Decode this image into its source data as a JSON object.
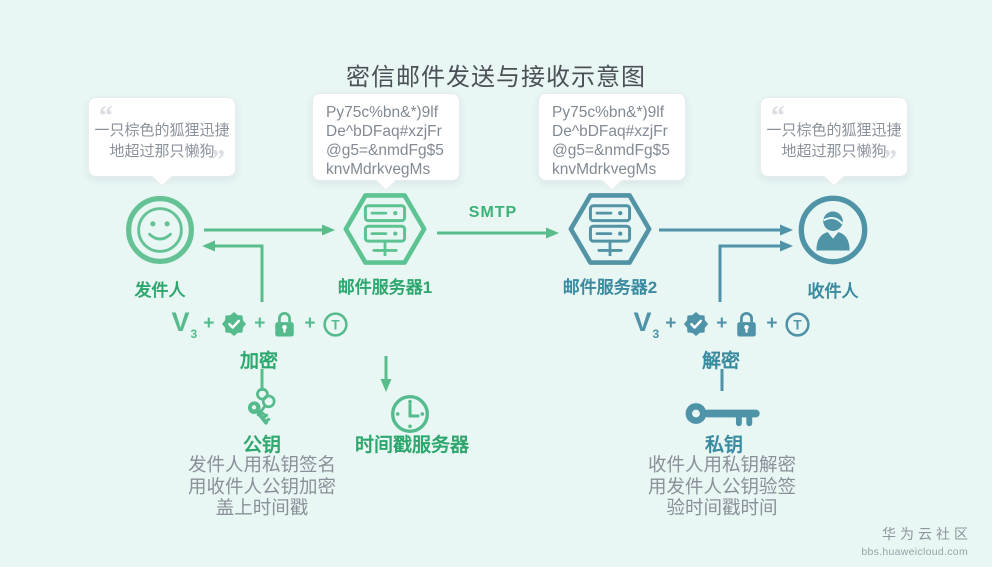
{
  "title": "密信邮件发送与接收示意图",
  "quote_open": "“",
  "quote_close": "”",
  "bubbles": {
    "sender_plain": {
      "lines": [
        "一只棕色的狐狸迅捷",
        "地超过那只懒狗"
      ]
    },
    "server1_cipher": {
      "lines": [
        "Py75c%bn&*)9lf",
        "De^bDFaq#xzjFr",
        "@g5=&nmdFg$5",
        "knvMdrkvegMs"
      ]
    },
    "server2_cipher": {
      "lines": [
        "Py75c%bn&*)9lf",
        "De^bDFaq#xzjFr",
        "@g5=&nmdFg$5",
        "knvMdrkvegMs"
      ]
    },
    "recipient_plain": {
      "lines": [
        "一只棕色的狐狸迅捷",
        "地超过那只懒狗"
      ]
    }
  },
  "nodes": {
    "sender": {
      "label": "发件人"
    },
    "server1": {
      "label": "邮件服务器1"
    },
    "server2": {
      "label": "邮件服务器2"
    },
    "recipient": {
      "label": "收件人"
    }
  },
  "smtp_label": "SMTP",
  "crypto": {
    "v": "V",
    "v_sub": "3",
    "plus": "+",
    "t": "T",
    "encrypt_label": "加密",
    "decrypt_label": "解密"
  },
  "public_key": {
    "label": "公钥"
  },
  "private_key": {
    "label": "私钥"
  },
  "timestamp_server": {
    "label": "时间戳服务器"
  },
  "descriptions": {
    "encrypt": [
      "发件人用私钥签名",
      "用收件人公钥加密",
      "盖上时间戳"
    ],
    "decrypt": [
      "收件人用私钥解密",
      "用发件人公钥验签",
      "验时间戳时间"
    ]
  },
  "watermark": {
    "title": "华为云社区",
    "url": "bbs.huaweicloud.com"
  },
  "colors": {
    "background": "#e8f6f4",
    "green": "#5ec392",
    "green_text": "#2ea76e",
    "teal": "#5294a6",
    "teal_text": "#3a8aa0",
    "title_text": "#4b5056",
    "gray_text": "#8a9099",
    "bubble_text": "#8b929c"
  }
}
